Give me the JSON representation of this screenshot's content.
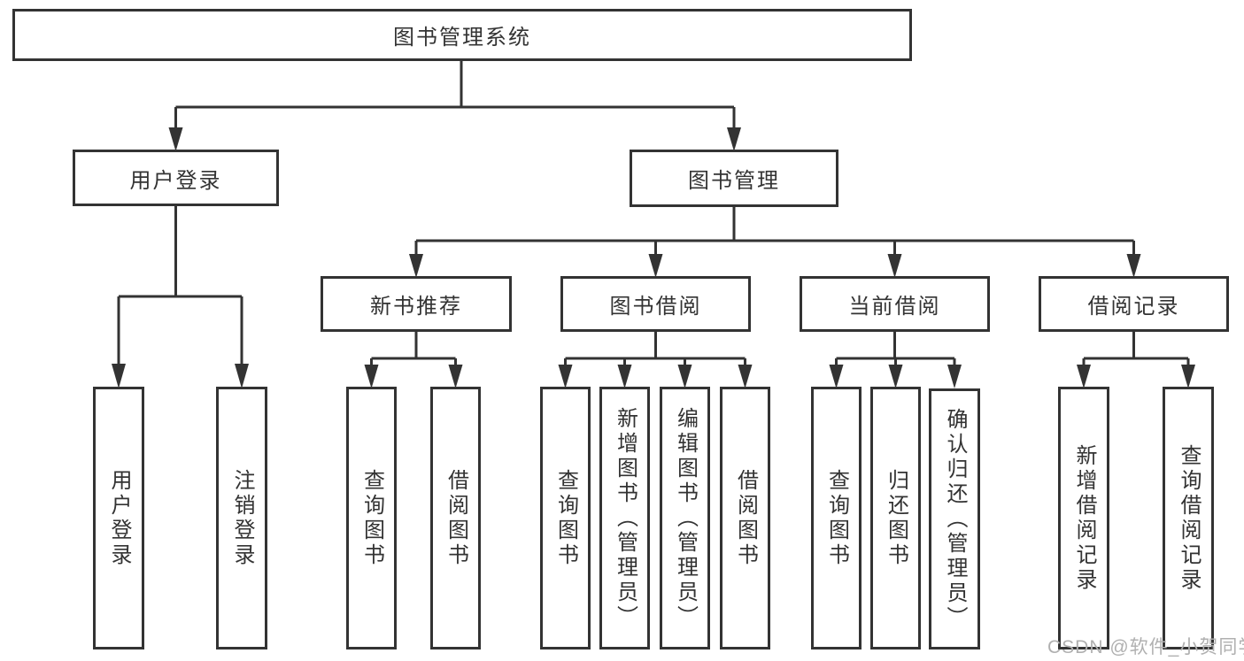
{
  "diagram": {
    "title": "图书管理系统",
    "branches": [
      {
        "label": "用户登录",
        "children": [
          {
            "label": "用户登录"
          },
          {
            "label": "注销登录"
          }
        ]
      },
      {
        "label": "图书管理",
        "children": [
          {
            "label": "新书推荐",
            "children": [
              {
                "label": "查询图书"
              },
              {
                "label": "借阅图书"
              }
            ]
          },
          {
            "label": "图书借阅",
            "children": [
              {
                "label": "查询图书"
              },
              {
                "label": "新增图书（管理员）"
              },
              {
                "label": "编辑图书（管理员）"
              },
              {
                "label": "借阅图书"
              }
            ]
          },
          {
            "label": "当前借阅",
            "children": [
              {
                "label": "查询图书"
              },
              {
                "label": "归还图书"
              },
              {
                "label": "确认归还（管理员）"
              }
            ]
          },
          {
            "label": "借阅记录",
            "children": [
              {
                "label": "新增借阅记录"
              },
              {
                "label": "查询借阅记录"
              }
            ]
          }
        ]
      }
    ]
  },
  "watermark": {
    "text": "CSDN @软件_小贺同学"
  },
  "colors": {
    "line": "#333333",
    "box_border": "#333333",
    "text": "#333333",
    "background": "#ffffff",
    "watermark": "#b0b0b0"
  }
}
